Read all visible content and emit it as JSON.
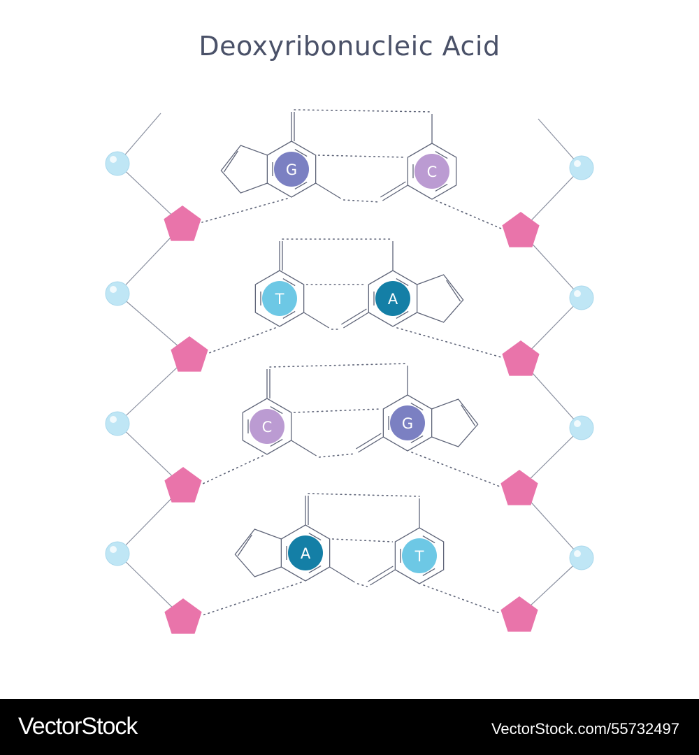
{
  "title": "Deoxyribonucleic Acid",
  "footer": {
    "brand": "VectorStock",
    "url": "VectorStock.com/55732497"
  },
  "colors": {
    "G": "#7b80c2",
    "C": "#bb9bd2",
    "T": "#6dc8e5",
    "A": "#147fa6",
    "sugar": "#e974aa",
    "phosphate": "#bfe6f5"
  },
  "base_pairs": [
    {
      "left": "G",
      "right": "C"
    },
    {
      "left": "T",
      "right": "A"
    },
    {
      "left": "C",
      "right": "G"
    },
    {
      "left": "A",
      "right": "T"
    }
  ]
}
